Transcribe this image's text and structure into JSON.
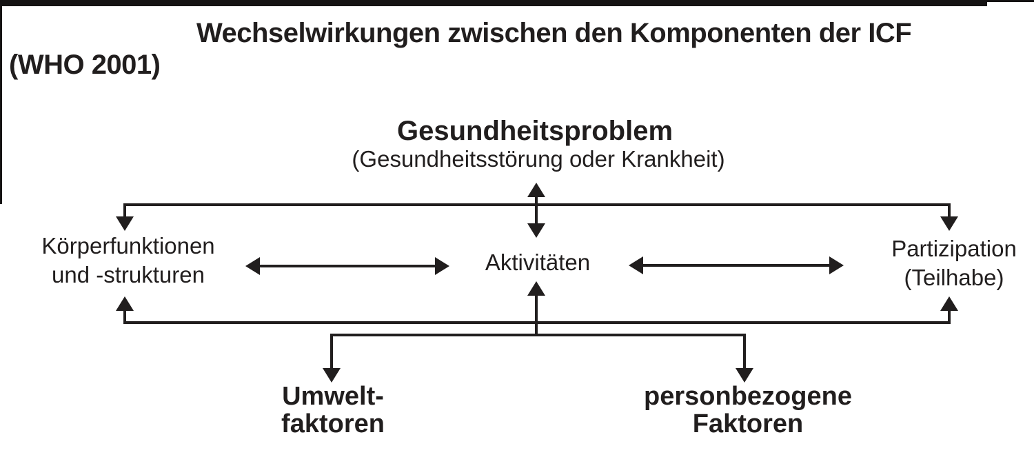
{
  "title": {
    "line1": "Wechselwirkungen zwischen den Komponenten der ICF",
    "line2": "(WHO 2001)"
  },
  "diagram": {
    "health_problem": {
      "label": "Gesundheitsproblem",
      "sublabel": "(Gesundheitsstörung oder Krankheit)"
    },
    "body_functions": {
      "line1": "Körperfunktionen",
      "line2": "und -strukturen"
    },
    "activities": {
      "label": "Aktivitäten"
    },
    "participation": {
      "line1": "Partizipation",
      "line2": "(Teilhabe)"
    },
    "environmental_factors": {
      "line1": "Umwelt-",
      "line2": "faktoren"
    },
    "personal_factors": {
      "line1": "personbezogene",
      "line2": "Faktoren"
    },
    "connectors": [
      "health-problem <-> activities (vertical double arrow)",
      "top bus -> body functions, top bus -> participation",
      "body functions <-> activities (horizontal double arrow)",
      "activities <-> participation (horizontal double arrow)",
      "bottom bus -> body functions, activities, participation (up arrows)",
      "factors bus -> environmental factors, personal factors (down arrows)"
    ]
  },
  "colors": {
    "ink": "#211e1e",
    "scan_bar": "#151313",
    "background": "#ffffff"
  }
}
